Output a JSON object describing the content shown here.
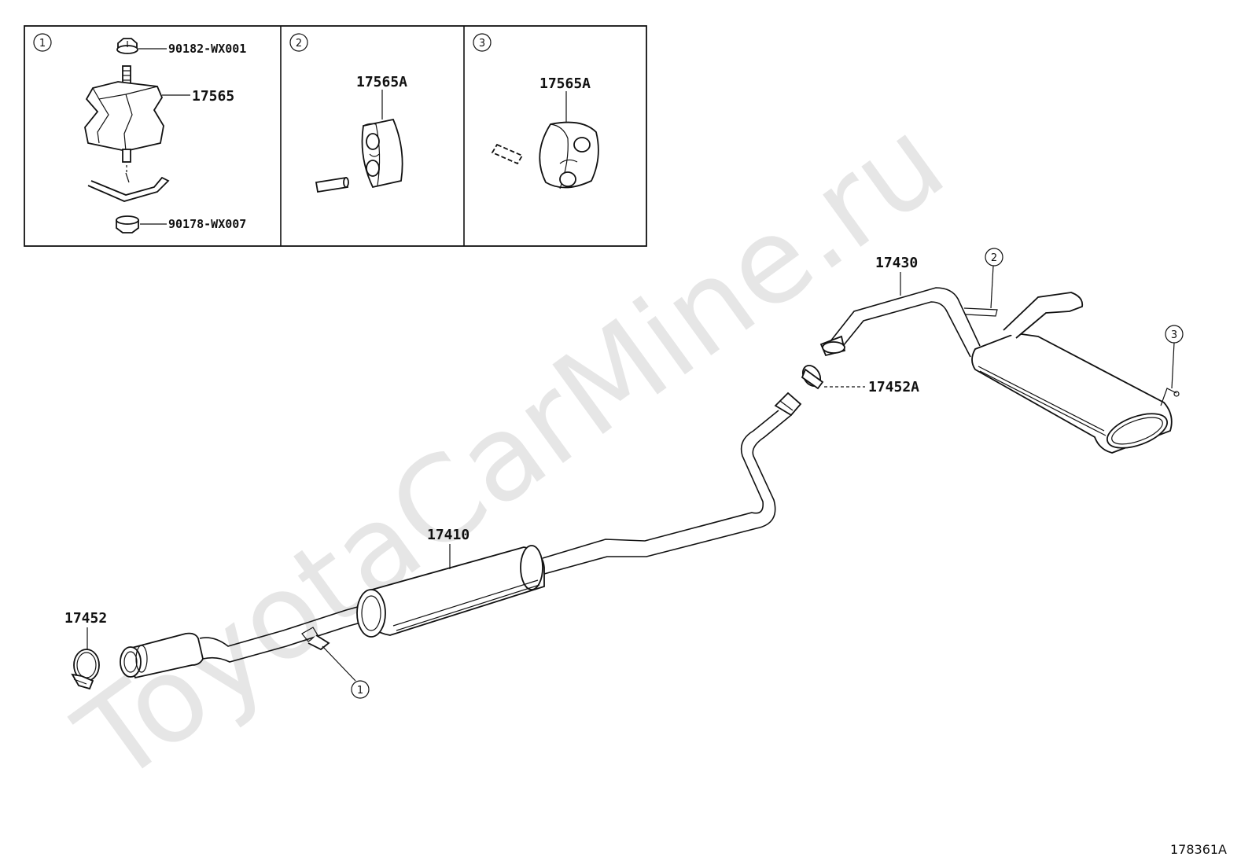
{
  "watermark": "ToyotaCarMine.ru",
  "figure_ref": "178361A",
  "callouts": {
    "c1": "1",
    "c2": "2",
    "c3": "3"
  },
  "panels": {
    "p1": {
      "number": "1",
      "nut_top": "90182-WX001",
      "mount": "17565",
      "nut_bottom": "90178-WX007"
    },
    "p2": {
      "number": "2",
      "hanger": "17565A"
    },
    "p3": {
      "number": "3",
      "hanger": "17565A"
    }
  },
  "parts": {
    "center_pipe": "17410",
    "tail_pipe": "17430",
    "gasket": "17452A",
    "clamp": "17452"
  }
}
